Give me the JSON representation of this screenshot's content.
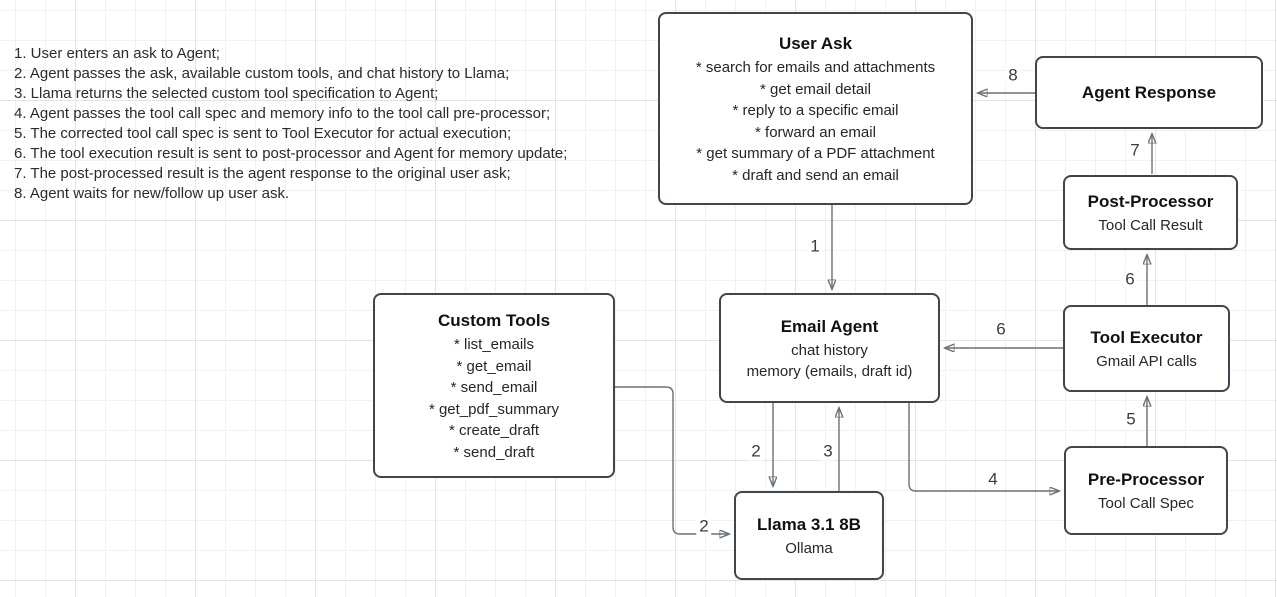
{
  "colors": {
    "background": "#ffffff",
    "grid_minor": "#f1f1f1",
    "grid_major": "#e3e3e3",
    "node_border": "#40464d",
    "node_fill": "#ffffff",
    "edge": "#6b7178",
    "arrowhead": "#40464d",
    "text": "#2b2b2b"
  },
  "steps": [
    "1. User enters an ask to Agent;",
    "2. Agent passes the ask, available custom tools, and chat history to Llama;",
    "3. Llama returns the selected custom tool specification to Agent;",
    "4. Agent passes the tool call spec and memory info to the tool call pre-processor;",
    "5. The corrected tool call spec is sent to Tool Executor for actual execution;",
    "6. The tool execution result is sent to post-processor and Agent for memory update;",
    "7. The post-processed result is the agent response to the original user ask;",
    "8. Agent waits for new/follow up user ask."
  ],
  "boxes": {
    "user_ask": {
      "title": "User Ask",
      "lines": [
        "* search for emails and attachments",
        "* get email detail",
        "* reply to a specific email",
        "* forward an email",
        "* get summary of a PDF attachment",
        "* draft and send an email"
      ]
    },
    "agent_response": {
      "title": "Agent Response",
      "lines": []
    },
    "post_processor": {
      "title": "Post-Processor",
      "lines": [
        "Tool Call Result"
      ]
    },
    "tool_executor": {
      "title": "Tool Executor",
      "lines": [
        "Gmail API calls"
      ]
    },
    "pre_processor": {
      "title": "Pre-Processor",
      "lines": [
        "Tool Call Spec"
      ]
    },
    "email_agent": {
      "title": "Email Agent",
      "lines": [
        "chat history",
        "memory (emails, draft id)"
      ]
    },
    "custom_tools": {
      "title": "Custom Tools",
      "lines": [
        "* list_emails",
        "* get_email",
        "* send_email",
        "* get_pdf_summary",
        "* create_draft",
        "* send_draft"
      ]
    },
    "llama": {
      "title": "Llama 3.1 8B",
      "lines": [
        "Ollama"
      ]
    }
  },
  "edge_labels": {
    "e1": "1",
    "e2a": "2",
    "e2b": "2",
    "e3": "3",
    "e4": "4",
    "e5": "5",
    "e6v": "6",
    "e6h": "6",
    "e7": "7",
    "e8": "8"
  }
}
